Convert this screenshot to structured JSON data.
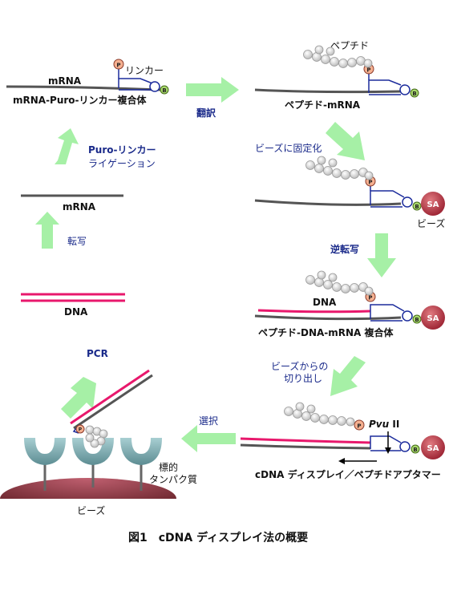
{
  "labels": {
    "mrna_top": "mRNA",
    "linker": "リンカー",
    "complex_puro": "mRNA-Puro-リンカー複合体",
    "translation": "翻訳",
    "peptide_top": "ペプチド",
    "peptide_mrna": "ペプチド-mRNA",
    "bead_immob": "ビーズに固定化",
    "beads_right": "ビーズ",
    "reverse_transcription": "逆転写",
    "dna_mid": "DNA",
    "peptide_dna_mrna": "ペプチド-DNA-mRNA 複合体",
    "cut_from_beads_1": "ビーズからの",
    "cut_from_beads_2": "切り出し",
    "pvu": "Pvu",
    "pvu_roman": " II",
    "cdna_display": "cDNA ディスプレイ／ペプチドアプタマー",
    "selection": "選択",
    "target_protein_1": "標的",
    "target_protein_2": "タンパク質",
    "beads_bottom": "ビーズ",
    "pcr": "PCR",
    "dna_left": "DNA",
    "transcription": "転写",
    "mrna_left": "mRNA",
    "puro_ligation_1": "Puro-リンカー",
    "puro_ligation_2": "ライゲーション",
    "sa": "SA",
    "b": "B",
    "p": "P",
    "caption": "図1　cDNA ディスプレイ法の概要"
  },
  "colors": {
    "arrow_green": "#a6f0a6",
    "mrna_gray": "#555555",
    "dna_pink": "#e8186c",
    "linker_blue": "#1c2c9c",
    "puro_bead": "#f5b090",
    "biotin_green": "#a8d86c",
    "sa_red": "#b02a3a",
    "bead_bowl": "#7aaab0",
    "peptide_bead": "#d0d0d0",
    "base_brown": "#7a2a30"
  },
  "icons": [
    "green-arrow-icon",
    "peptide-chain-icon",
    "streptavidin-bead-icon",
    "biotin-icon",
    "puromycin-icon",
    "target-protein-icon"
  ]
}
